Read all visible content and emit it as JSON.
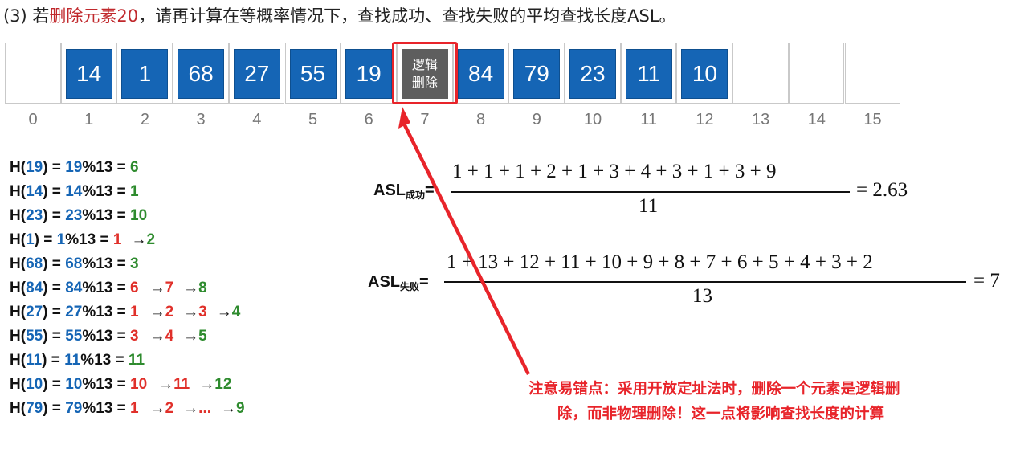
{
  "question": {
    "prefix": "(3) 若",
    "highlight": "删除元素20",
    "suffix": "，请再计算在等概率情况下，查找成功、查找失败的平均查找长度ASL。"
  },
  "table": {
    "cells": [
      {
        "index": "0",
        "value": ""
      },
      {
        "index": "1",
        "value": "14"
      },
      {
        "index": "2",
        "value": "1"
      },
      {
        "index": "3",
        "value": "68"
      },
      {
        "index": "4",
        "value": "27"
      },
      {
        "index": "5",
        "value": "55"
      },
      {
        "index": "6",
        "value": "19"
      },
      {
        "index": "7",
        "value": "逻辑\n删除",
        "deleted": true
      },
      {
        "index": "8",
        "value": "84"
      },
      {
        "index": "9",
        "value": "79"
      },
      {
        "index": "10",
        "value": "23"
      },
      {
        "index": "11",
        "value": "11"
      },
      {
        "index": "12",
        "value": "10"
      },
      {
        "index": "13",
        "value": ""
      },
      {
        "index": "14",
        "value": ""
      },
      {
        "index": "15",
        "value": ""
      }
    ]
  },
  "hash_lines": [
    {
      "key": "19",
      "mod": "%13 =",
      "steps": [
        {
          "v": "6",
          "c": "green"
        }
      ]
    },
    {
      "key": "14",
      "mod": "%13 =",
      "steps": [
        {
          "v": "1",
          "c": "green"
        }
      ]
    },
    {
      "key": "23",
      "mod": "%13 =",
      "steps": [
        {
          "v": "10",
          "c": "green"
        }
      ]
    },
    {
      "key": "1",
      "mod": "%13 =",
      "steps": [
        {
          "v": "1",
          "c": "red"
        },
        {
          "v": "→2",
          "c": "green"
        }
      ]
    },
    {
      "key": "68",
      "mod": "%13 =",
      "steps": [
        {
          "v": "3",
          "c": "green"
        }
      ]
    },
    {
      "key": "84",
      "mod": "%13 =",
      "steps": [
        {
          "v": "6",
          "c": "red"
        },
        {
          "v": "→7",
          "c": "red"
        },
        {
          "v": "→8",
          "c": "green"
        }
      ]
    },
    {
      "key": "27",
      "mod": "%13 =",
      "steps": [
        {
          "v": "1",
          "c": "red"
        },
        {
          "v": "→2",
          "c": "red"
        },
        {
          "v": "→3",
          "c": "red"
        },
        {
          "v": "→4",
          "c": "green"
        }
      ]
    },
    {
      "key": "55",
      "mod": "%13 =",
      "steps": [
        {
          "v": "3",
          "c": "red"
        },
        {
          "v": "→4",
          "c": "red"
        },
        {
          "v": "→5",
          "c": "green"
        }
      ]
    },
    {
      "key": "11",
      "mod": "%13 =",
      "steps": [
        {
          "v": "11",
          "c": "green"
        }
      ]
    },
    {
      "key": "10",
      "mod": "%13 =",
      "steps": [
        {
          "v": "10",
          "c": "red"
        },
        {
          "v": "→11",
          "c": "red"
        },
        {
          "v": "→12",
          "c": "green"
        }
      ]
    },
    {
      "key": "79",
      "mod": "%13 =",
      "steps": [
        {
          "v": "1",
          "c": "red"
        },
        {
          "v": "→2",
          "c": "red"
        },
        {
          "v": "→...",
          "c": "red"
        },
        {
          "v": "→9",
          "c": "green"
        }
      ]
    }
  ],
  "asl_success": {
    "label": "ASL",
    "sub": "成功",
    "eq": "=",
    "numerator": "1 + 1 + 1 + 2 + 1 + 3 + 4 + 3 + 1 + 3 + 9",
    "denominator": "11",
    "result": "= 2.63"
  },
  "asl_fail": {
    "label": "ASL",
    "sub": "失败",
    "eq": "=",
    "numerator": "1 + 13 + 12 + 11 + 10 + 9 + 8 + 7 + 6 + 5 + 4 + 3 + 2",
    "denominator": "13",
    "result": "= 7"
  },
  "note": {
    "line1": "注意易错点：采用开放定址法时，删除一个元素是逻辑删",
    "line2": "除，而非物理删除！这一点将影响查找长度的计算"
  },
  "colors": {
    "tile": "#1565b5",
    "deleted_tile": "#5e5e5e",
    "highlight_red": "#e8242a",
    "final_green": "#2e8b2e"
  }
}
